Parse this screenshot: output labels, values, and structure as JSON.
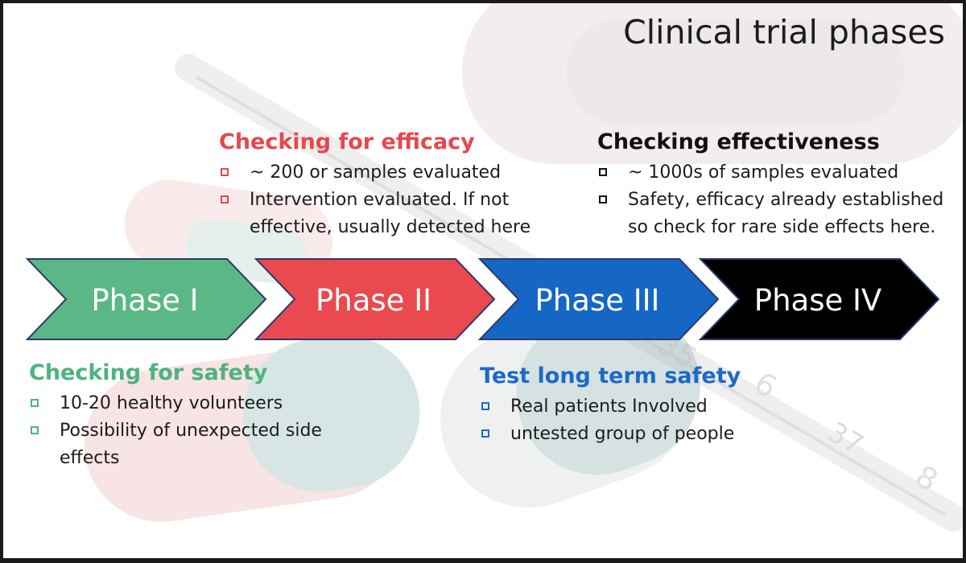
{
  "title": "Clinical trial phases",
  "phases": [
    {
      "label": "Phase I",
      "color": "#5bb886"
    },
    {
      "label": "Phase II",
      "color": "#e9494f"
    },
    {
      "label": "Phase III",
      "color": "#1666c4"
    },
    {
      "label": "Phase IV",
      "color": "#000000"
    }
  ],
  "blocks": {
    "safety": {
      "heading": "Checking for safety",
      "items": [
        {
          "line1": "10-20 healthy volunteers",
          "line2": ""
        },
        {
          "line1": "Possibility of unexpected side",
          "line2": "effects"
        }
      ]
    },
    "efficacy": {
      "heading": "Checking for efficacy",
      "items": [
        {
          "line1": " ~ 200 or samples evaluated",
          "line2": ""
        },
        {
          "line1": "Intervention evaluated. If not",
          "line2": "effective, usually detected here"
        }
      ]
    },
    "long_term": {
      "heading": "Test long term safety",
      "items": [
        {
          "line1": "Real patients Involved",
          "line2": ""
        },
        {
          "line1": "untested group of people",
          "line2": ""
        }
      ]
    },
    "effectiveness": {
      "heading": "Checking effectiveness",
      "items": [
        {
          "line1": " ~ 1000s of samples evaluated",
          "line2": ""
        },
        {
          "line1": "Safety, efficacy already established",
          "line2": "so check for rare side effects here."
        }
      ]
    }
  },
  "background": {
    "thermometer_digits": [
      "35",
      "6",
      "37",
      "8"
    ]
  }
}
